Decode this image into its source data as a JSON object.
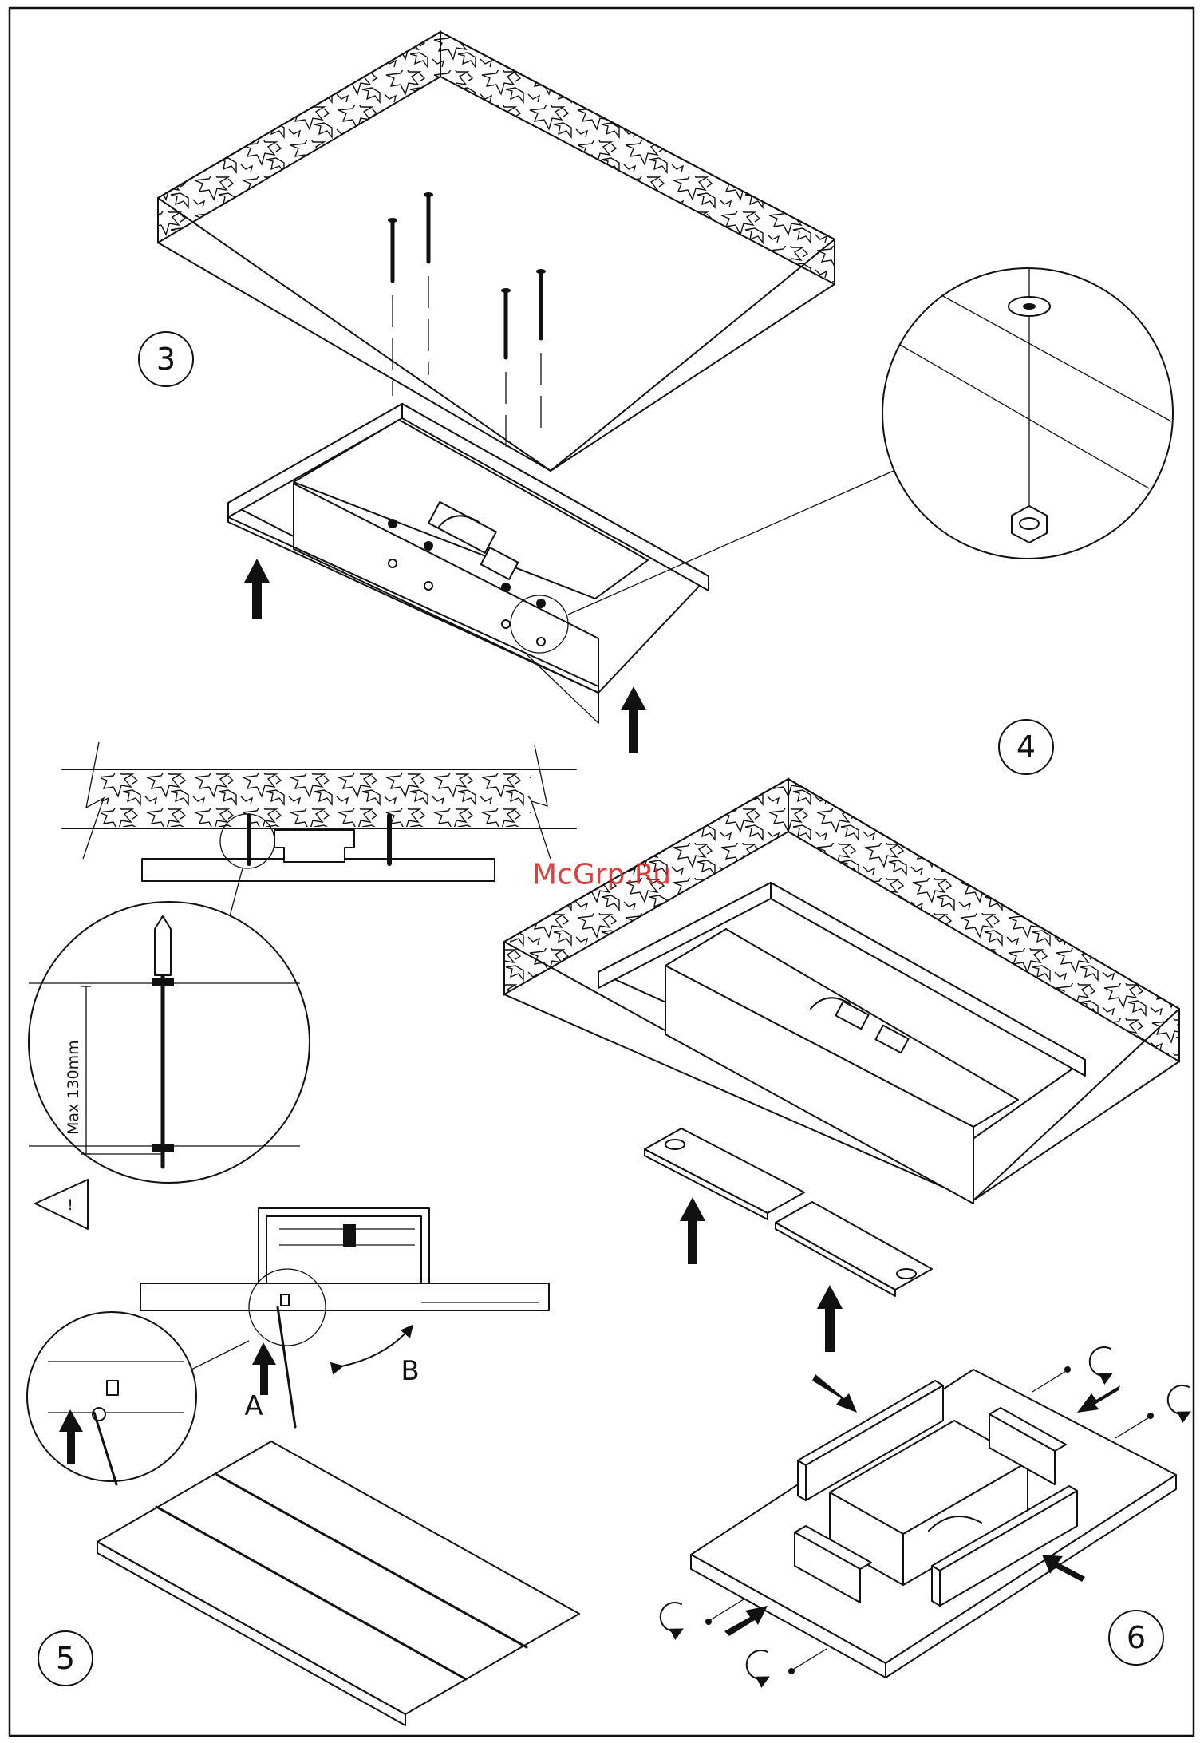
{
  "steps": {
    "step3": "3",
    "step4": "4",
    "step5": "5",
    "step6": "6"
  },
  "labels": {
    "point_a": "A",
    "point_b": "B",
    "max_length": "Max  130mm",
    "warning": "!"
  },
  "watermark": "McGrp.Ru",
  "colors": {
    "line": "#111111",
    "watermark": "#d42222",
    "background": "#ffffff"
  }
}
